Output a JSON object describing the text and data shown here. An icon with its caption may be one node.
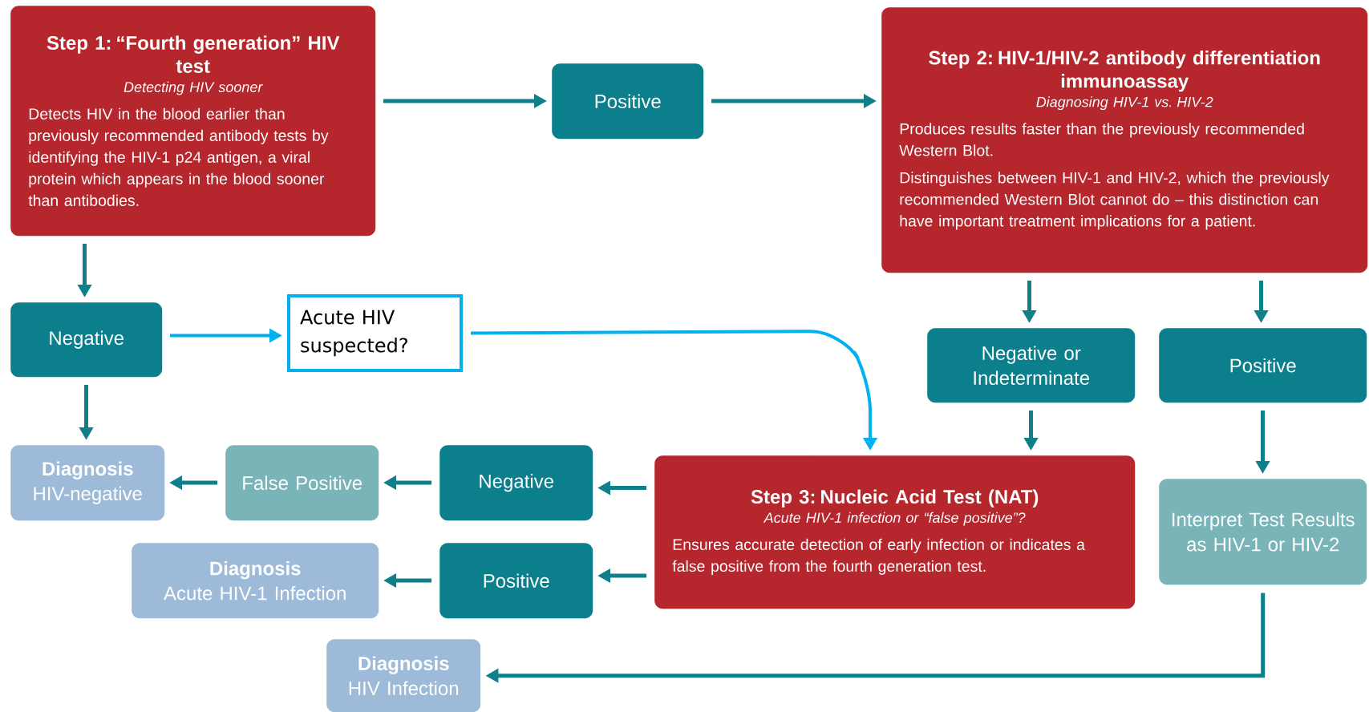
{
  "diagram": {
    "nodes": [
      {
        "text": [
          "Step 1: “Fourth generation” HIV test",
          "Detecting HIV sooner",
          "Detects HIV in the blood earlier than previously recommended antibody tests by identifying the HIV-1 p24 antigen, a viral protein which appears in the blood sooner than antibodies."
        ]
      },
      {
        "text": [
          "Positive"
        ]
      },
      {
        "text": [
          "Step 2: HIV-1/HIV-2 antibody differentiation immunoassay",
          "Diagnosing HIV-1 vs. HIV-2",
          "Produces results faster than the previously recommended Western Blot.",
          "Distinguishes between HIV-1 and HIV-2, which the previously recommended Western Blot cannot do – this distinction can have important treatment implications for a patient."
        ]
      },
      {
        "text": [
          "Negative"
        ]
      },
      {
        "text": [
          "Acute HIV suspected?"
        ]
      },
      {
        "text": [
          "Negative or Indeterminate"
        ]
      },
      {
        "text": [
          "Positive"
        ]
      },
      {
        "text": [
          "Diagnosis",
          "HIV-negative"
        ]
      },
      {
        "text": [
          "False Positive"
        ]
      },
      {
        "text": [
          "Negative"
        ]
      },
      {
        "text": [
          "Step 3: Nucleic Acid Test (NAT)",
          "Acute HIV-1 infection or “false positive”?",
          "Ensures accurate detection of early infection or indicates a false positive from the fourth generation test."
        ]
      },
      {
        "text": [
          "Positive"
        ]
      },
      {
        "text": [
          "Diagnosis",
          "Acute HIV-1 Infection"
        ]
      },
      {
        "text": [
          "Interpret Test Results as HIV-1 or HIV-2"
        ]
      },
      {
        "text": [
          "Diagnosis",
          "HIV Infection"
        ]
      }
    ],
    "edges": [
      {
        "from": 0,
        "to": 1,
        "arrow": "to"
      },
      {
        "from": 1,
        "to": 2,
        "arrow": "to"
      },
      {
        "from": 0,
        "to": 3,
        "arrow": "to"
      },
      {
        "from": 3,
        "to": 4,
        "arrow": "to",
        "color": "#00b0f0"
      },
      {
        "from": 4,
        "to": 10,
        "arrow": "to",
        "color": "#00b0f0"
      },
      {
        "from": 3,
        "to": 7,
        "arrow": "to"
      },
      {
        "from": 2,
        "to": 5,
        "arrow": "to"
      },
      {
        "from": 2,
        "to": 6,
        "arrow": "to"
      },
      {
        "from": 5,
        "to": 10,
        "arrow": "to"
      },
      {
        "from": 6,
        "to": 13,
        "arrow": "to"
      },
      {
        "from": 10,
        "to": 9,
        "arrow": "to"
      },
      {
        "from": 9,
        "to": 8,
        "arrow": "to"
      },
      {
        "from": 8,
        "to": 7,
        "arrow": "to"
      },
      {
        "from": 10,
        "to": 11,
        "arrow": "to"
      },
      {
        "from": 11,
        "to": 12,
        "arrow": "to"
      },
      {
        "from": 13,
        "to": 14,
        "arrow": "to"
      }
    ]
  }
}
